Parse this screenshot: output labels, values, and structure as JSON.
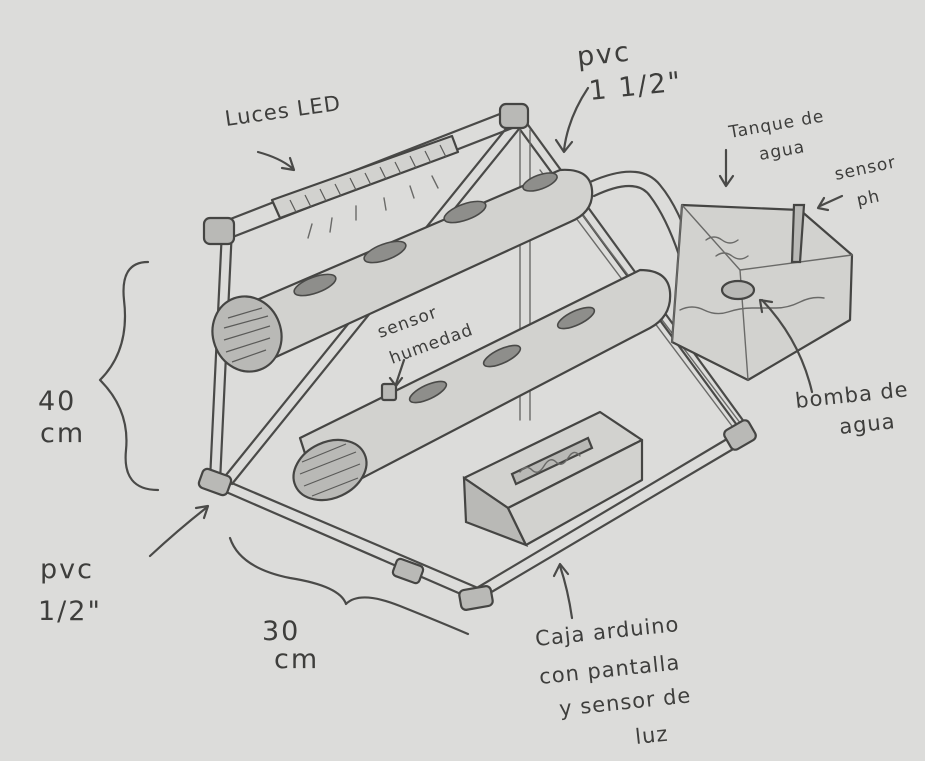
{
  "labels": {
    "luces_led": "Luces LED",
    "pvc_top_1": "pvc",
    "pvc_top_2": "1 1/2\"",
    "tanque_1": "Tanque de",
    "tanque_2": "agua",
    "sensor_ph_1": "sensor",
    "sensor_ph_2": "ph",
    "sensor_humedad_1": "sensor",
    "sensor_humedad_2": "humedad",
    "bomba_1": "bomba de",
    "bomba_2": "agua",
    "height_1": "40",
    "height_2": "cm",
    "pvc_bottom_1": "pvc",
    "pvc_bottom_2": "1/2\"",
    "width_1": "30",
    "width_2": "cm",
    "caja_1": "Caja arduino",
    "caja_2": "con pantalla",
    "caja_3": "y sensor de",
    "caja_4": "luz"
  },
  "colors": {
    "paper": "#dcdcda",
    "pencil": "#4a4a48"
  }
}
